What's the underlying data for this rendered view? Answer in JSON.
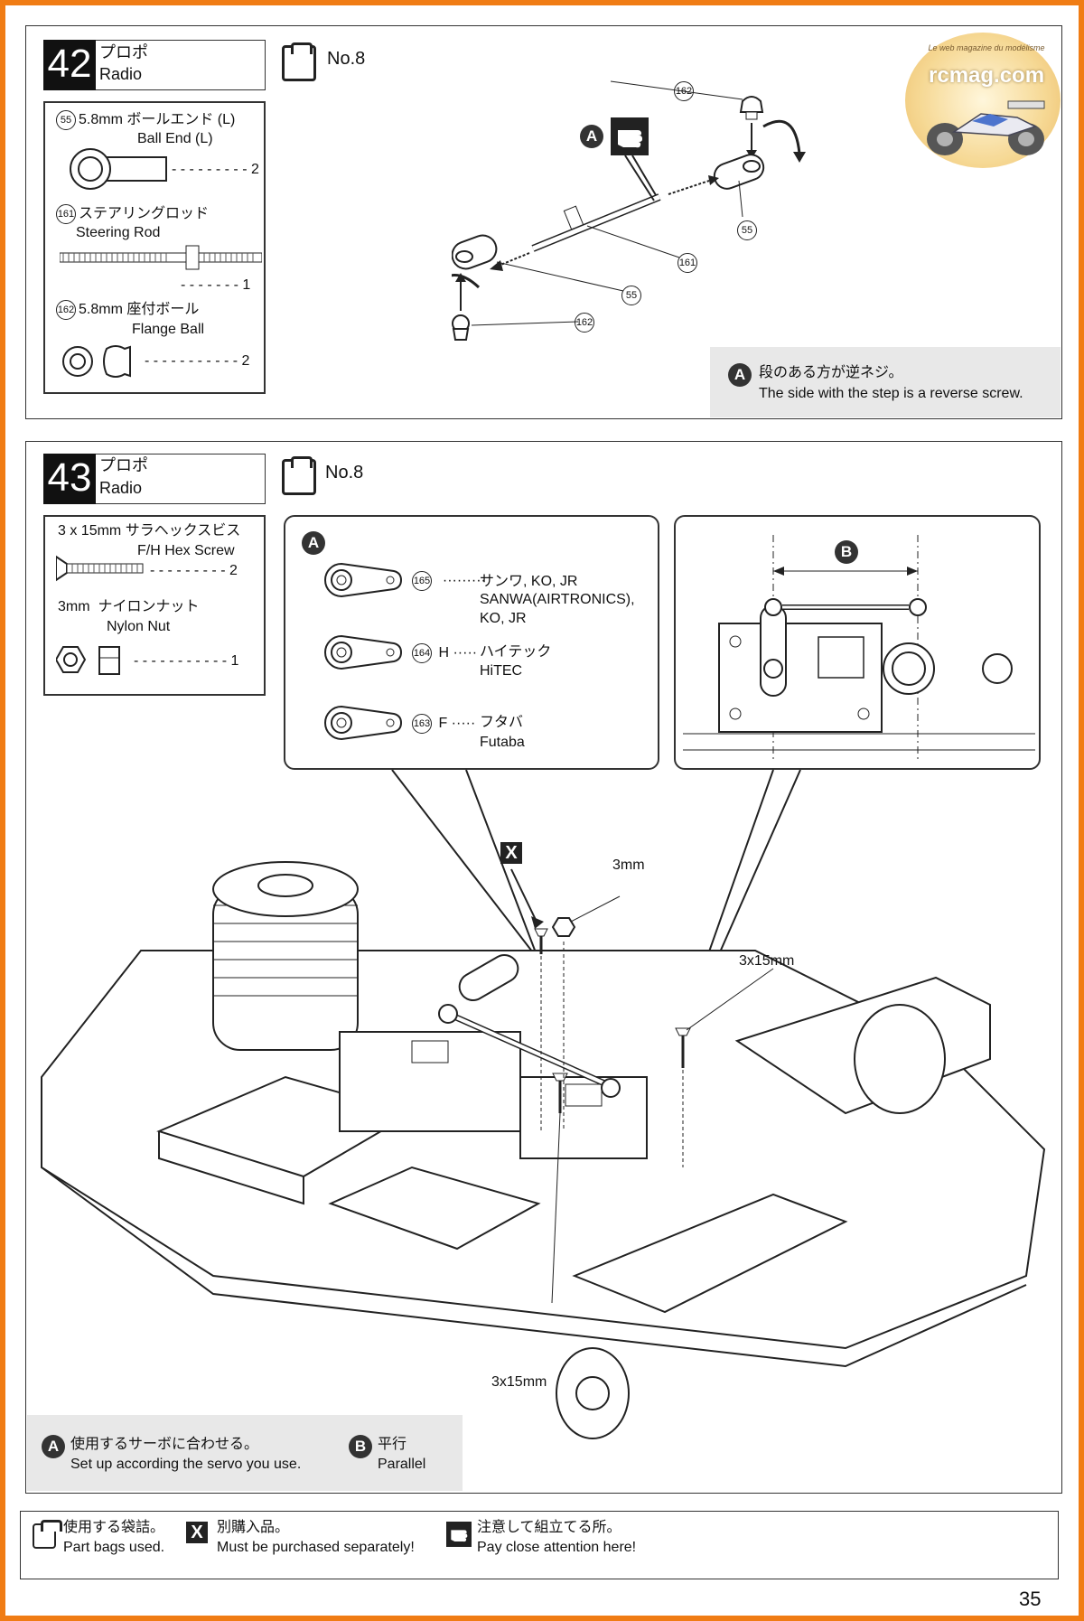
{
  "watermark": {
    "site": "rcmag.com",
    "tagline": "Le web magazine du modélisme"
  },
  "step42": {
    "number": "42",
    "title_jp": "プロポ",
    "title_en": "Radio",
    "bag": "No.8",
    "parts": [
      {
        "id": "55",
        "size": "5.8mm",
        "name_jp": "ボールエンド (L)",
        "name_en": "Ball End (L)",
        "qty": "2"
      },
      {
        "id": "161",
        "size": "",
        "name_jp": "ステアリングロッド",
        "name_en": "Steering Rod",
        "qty": "1"
      },
      {
        "id": "162",
        "size": "5.8mm",
        "name_jp": "座付ボール",
        "name_en": "Flange Ball",
        "qty": "2"
      }
    ],
    "callouts": [
      "162",
      "55",
      "161",
      "55",
      "162"
    ],
    "marker": "A",
    "note_letter": "A",
    "note_jp": "段のある方が逆ネジ。",
    "note_en": "The side with the step is a reverse screw."
  },
  "step43": {
    "number": "43",
    "title_jp": "プロポ",
    "title_en": "Radio",
    "bag": "No.8",
    "parts": [
      {
        "size": "3 x 15mm",
        "name_jp": "サラヘックスビス",
        "name_en": "F/H Hex Screw",
        "qty": "2"
      },
      {
        "size": "3mm",
        "name_jp": "ナイロンナット",
        "name_en": "Nylon Nut",
        "qty": "1"
      }
    ],
    "detailA": {
      "letter": "A",
      "rows": [
        {
          "id": "165",
          "code": "",
          "jp": "サンワ, KO, JR",
          "en1": "SANWA(AIRTRONICS),",
          "en2": "KO, JR"
        },
        {
          "id": "164",
          "code": "H",
          "jp": "ハイテック",
          "en1": "HiTEC",
          "en2": ""
        },
        {
          "id": "163",
          "code": "F",
          "jp": "フタバ",
          "en1": "Futaba",
          "en2": ""
        }
      ]
    },
    "detailB_letter": "B",
    "labels": {
      "nut": "3mm",
      "screw_top": "3x15mm",
      "screw_bottom": "3x15mm",
      "x": "X"
    },
    "notes": [
      {
        "letter": "A",
        "jp": "使用するサーボに合わせる。",
        "en": "Set up according the servo you use."
      },
      {
        "letter": "B",
        "jp": "平行",
        "en": "Parallel"
      }
    ]
  },
  "legend": [
    {
      "icon": "bag",
      "jp": "使用する袋詰。",
      "en": "Part bags used."
    },
    {
      "icon": "X",
      "jp": "別購入品。",
      "en": "Must be purchased separately!"
    },
    {
      "icon": "hand",
      "jp": "注意して組立てる所。",
      "en": "Pay close attention here!"
    }
  ],
  "page_number": "35"
}
